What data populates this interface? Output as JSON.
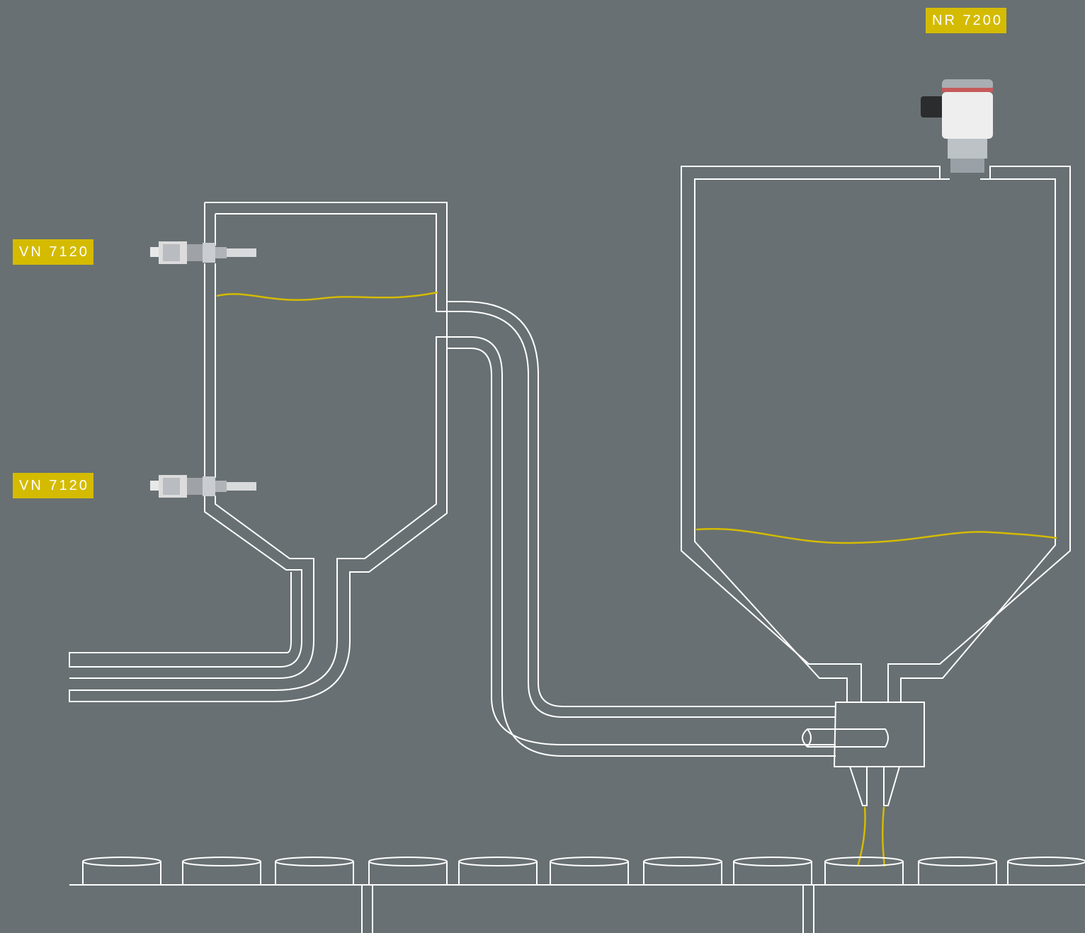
{
  "labels": {
    "sensor_top": "VN 7120",
    "sensor_bottom": "VN 7120",
    "sensor_radar": "NR 7200"
  },
  "colors": {
    "background": "#687073",
    "accent": "#d4bb00",
    "line": "#ffffff",
    "product": "#d4bb00"
  },
  "icons": {
    "vibration_switch": "vibration-level-switch-icon",
    "radar_sensor": "radar-level-sensor-icon"
  }
}
